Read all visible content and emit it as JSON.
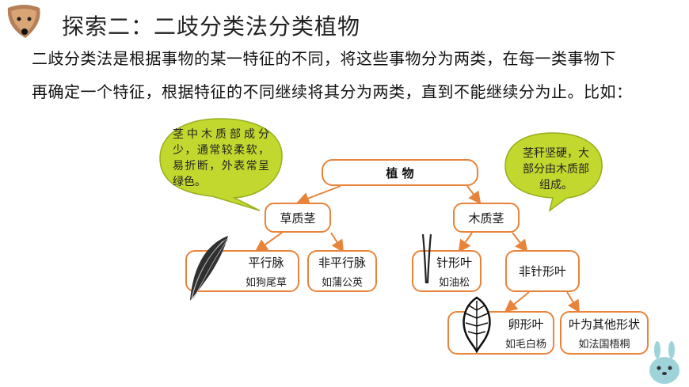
{
  "title": "探索二：二歧分类法分类植物",
  "paragraph": {
    "line1": "二歧分类法是根据事物的某一特征的不同，将这些事物分为两类，在每一类事物下",
    "line2": "再确定一个特征，根据特征的不同继续将其分为两类，直到不能继续分为止。比如："
  },
  "diagram": {
    "root": "植 物",
    "herb": "草质茎",
    "wood": "木质茎",
    "herb_note": "茎中木质部成分少，通常较柔软，易折断，外表常呈绿色。",
    "wood_note": "茎秆坚硬，大部分由木质部组成。",
    "parallel": {
      "name": "平行脉",
      "example": "如狗尾草"
    },
    "non_parallel": {
      "name": "非平行脉",
      "example": "如蒲公英"
    },
    "needle": {
      "name": "针形叶",
      "example": "如油松"
    },
    "non_needle": {
      "name": "非针形叶"
    },
    "ovate": {
      "name": "卵形叶",
      "example": "如毛白杨"
    },
    "other_shape": {
      "name": "叶为其他形状",
      "example": "如法国梧桐"
    }
  },
  "colors": {
    "line": "#e8843a",
    "bubble": "#c3d82e",
    "bubble_border": "#98ad1c"
  }
}
